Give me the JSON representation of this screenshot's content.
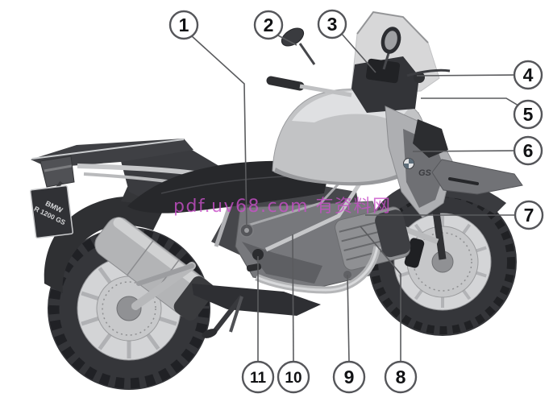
{
  "figure": {
    "subject": "BMW R 1200 GS motorcycle technical illustration with numbered callouts"
  },
  "watermark": {
    "text": "pdf.uv68.com 有资料网",
    "color": "#c94fc9"
  },
  "motorcycle": {
    "license_plate": {
      "line1": "BMW",
      "line2": "R 1200 GS"
    },
    "tank_badge": "GS"
  },
  "callouts": [
    {
      "label": "1"
    },
    {
      "label": "2"
    },
    {
      "label": "3"
    },
    {
      "label": "4"
    },
    {
      "label": "5"
    },
    {
      "label": "6"
    },
    {
      "label": "7"
    },
    {
      "label": "8"
    },
    {
      "label": "9"
    },
    {
      "label": "10"
    },
    {
      "label": "11"
    }
  ]
}
